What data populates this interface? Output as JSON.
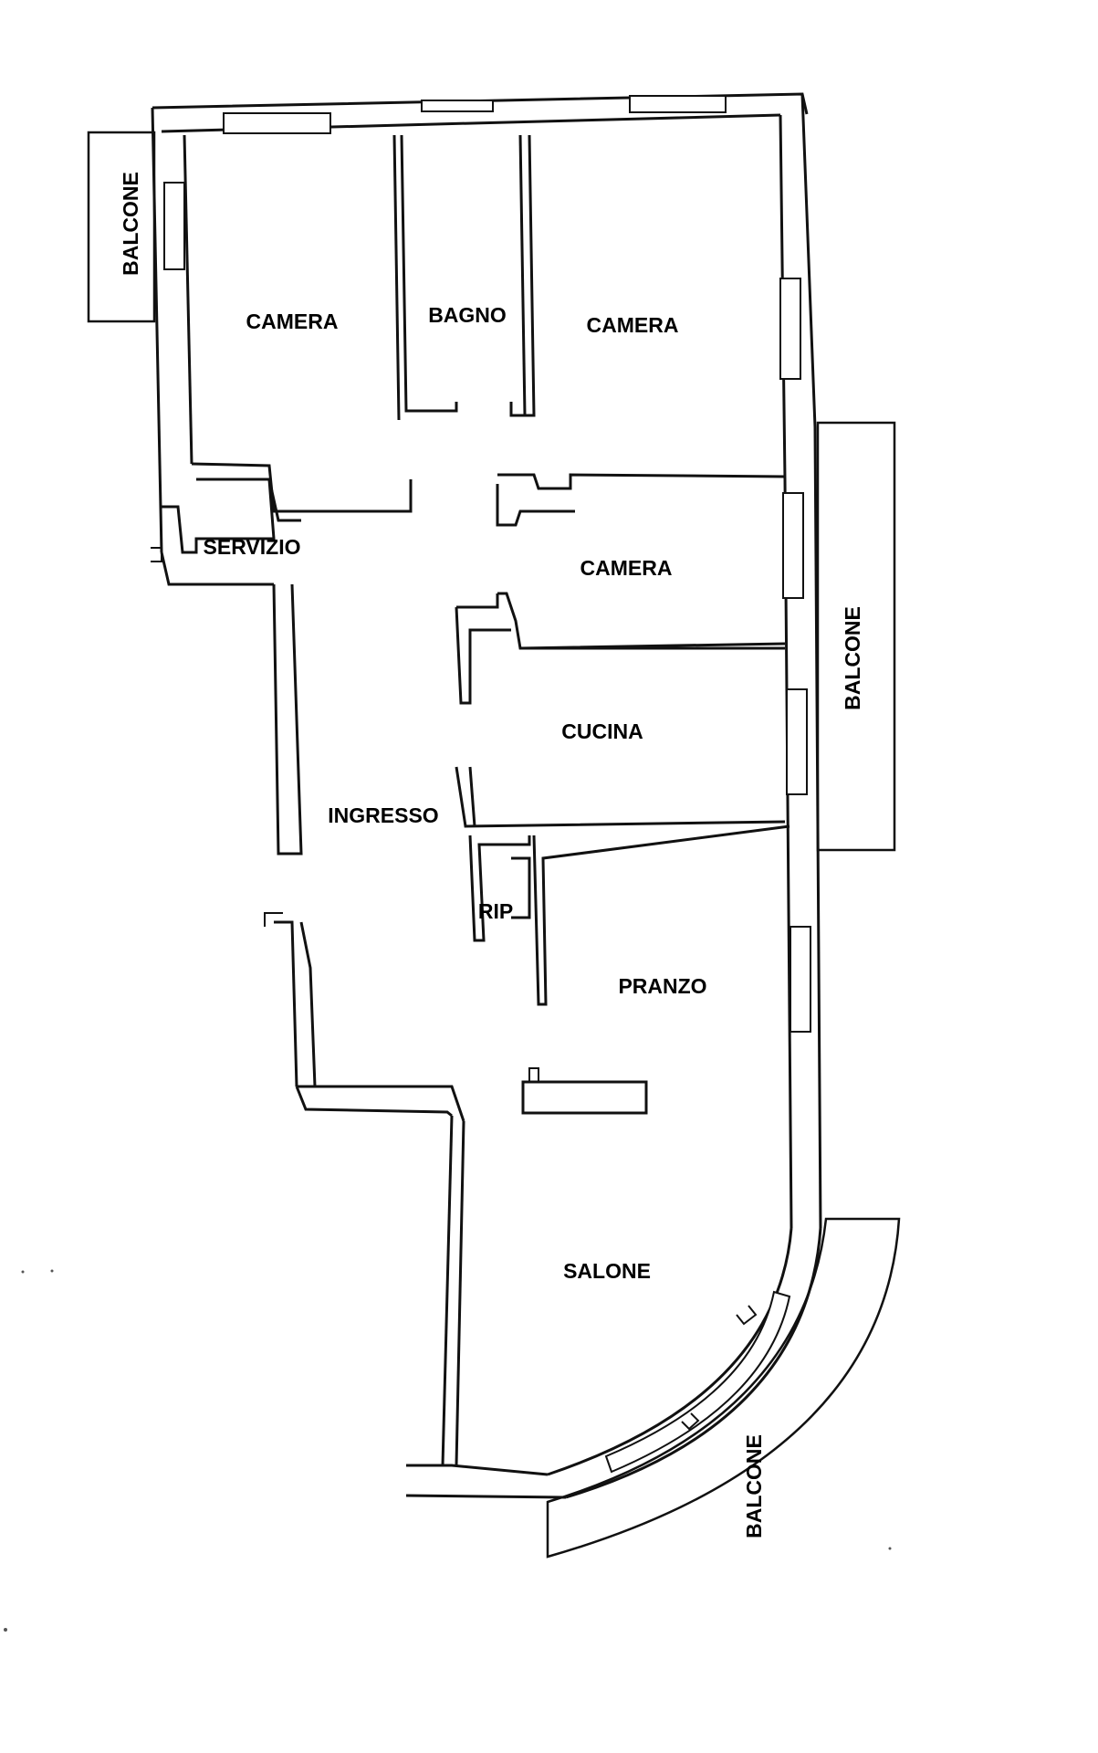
{
  "rooms": {
    "camera_nw": "CAMERA",
    "bagno": "BAGNO",
    "camera_ne": "CAMERA",
    "servizio": "SERVIZIO",
    "camera_mid": "CAMERA",
    "cucina": "CUCINA",
    "ingresso": "INGRESSO",
    "rip": "RIP",
    "pranzo": "PRANZO",
    "salone": "SALONE"
  },
  "balconies": {
    "west": "BALCONE",
    "east": "BALCONE",
    "south": "BALCONE"
  },
  "colors": {
    "line": "#111111",
    "background": "#ffffff"
  }
}
